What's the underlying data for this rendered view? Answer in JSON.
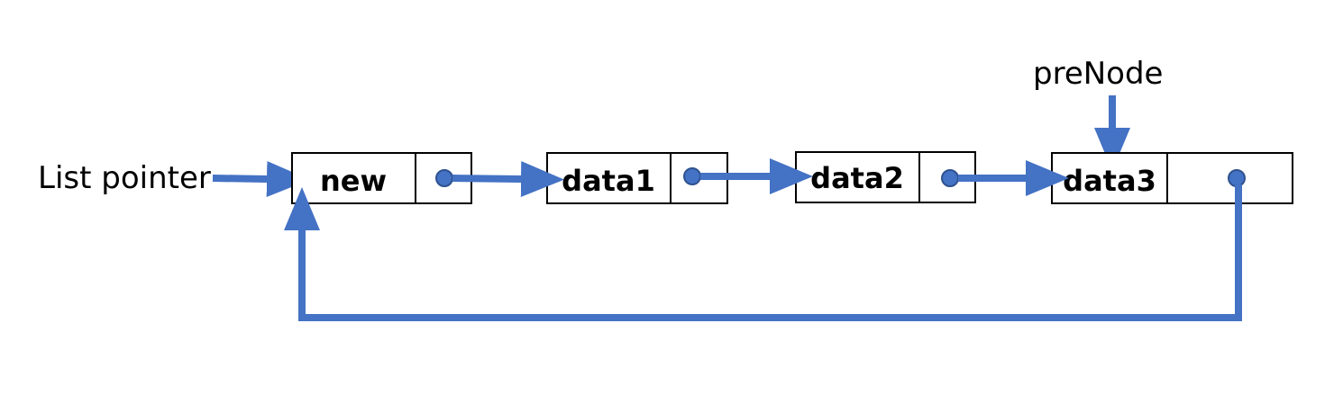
{
  "diagram": {
    "title": "",
    "accent_color": "#4472c4",
    "list_pointer_label": "List pointer",
    "pre_node_label": "preNode",
    "nodes": [
      {
        "data": "new"
      },
      {
        "data": "data1"
      },
      {
        "data": "data2"
      },
      {
        "data": "data3"
      }
    ],
    "links": [
      {
        "from": "List pointer",
        "to": "new"
      },
      {
        "from": "new",
        "to": "data1"
      },
      {
        "from": "data1",
        "to": "data2"
      },
      {
        "from": "data2",
        "to": "data3"
      },
      {
        "from": "data3",
        "to": "new"
      },
      {
        "from": "preNode",
        "to": "data3"
      }
    ]
  }
}
